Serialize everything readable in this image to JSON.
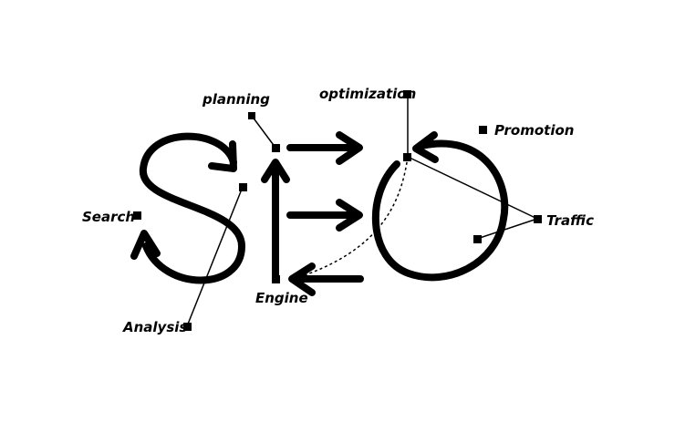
{
  "colors": {
    "background": "#ffffff",
    "ink": "#000000"
  },
  "letters": [
    "S",
    "E",
    "O"
  ],
  "labels": {
    "planning": "planning",
    "optimization": "optimization",
    "promotion": "Promotion",
    "search": "Search",
    "traffic": "Traffic",
    "engine": "Engine",
    "analysis": "Analysis"
  }
}
